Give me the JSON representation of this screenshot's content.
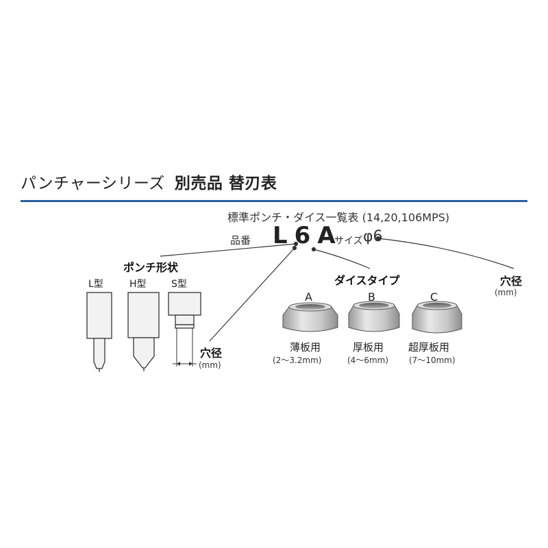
{
  "header": {
    "title_series": "パンチャーシリーズ",
    "title_main": "別売品 替刃表"
  },
  "table": {
    "heading": "標準ポンチ・ダイス一覧表 (14,20,106MPS)",
    "part_number_label": "品番",
    "part_number": "L6A",
    "size_label": "サイズ",
    "size_value": "φ6"
  },
  "punch": {
    "title": "ポンチ形状",
    "types": [
      "L型",
      "H型",
      "S型"
    ],
    "hole_label": "穴径",
    "hole_unit": "(mm)"
  },
  "die": {
    "title": "ダイスタイプ",
    "types": [
      {
        "letter": "A",
        "use": "薄板用",
        "range": "(2〜3.2mm)"
      },
      {
        "letter": "B",
        "use": "厚板用",
        "range": "(4〜6mm)"
      },
      {
        "letter": "C",
        "use": "超厚板用",
        "range": "(7〜10mm)"
      }
    ]
  },
  "hole": {
    "label": "穴径",
    "unit": "(mm)"
  },
  "colors": {
    "rule": "#2b5f9e",
    "line": "#333333",
    "die_body": "#cfcfcf",
    "punch_body": "#f2f2f2"
  }
}
